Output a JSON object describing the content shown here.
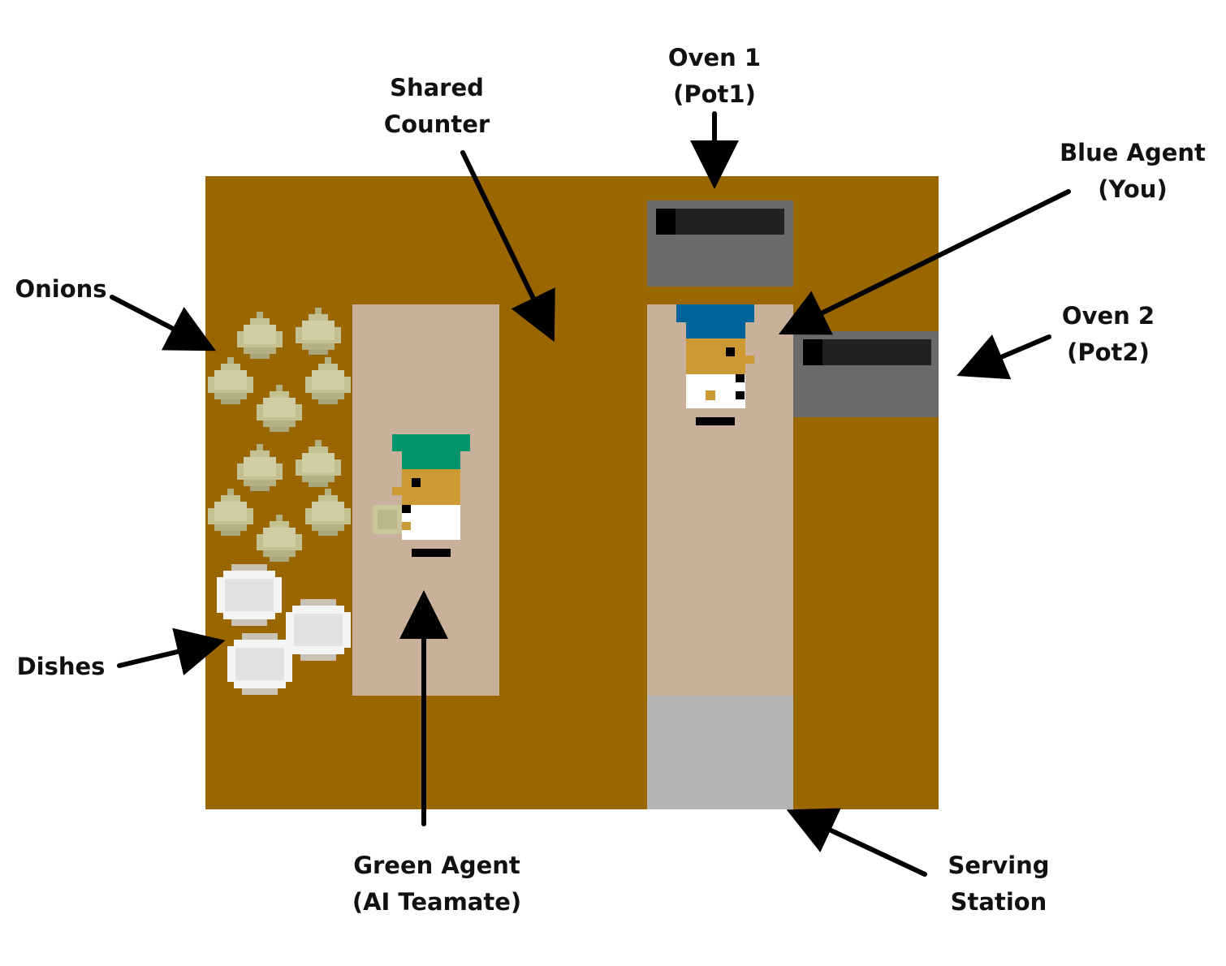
{
  "labels": {
    "onions": "Onions",
    "dishes": "Dishes",
    "shared_counter": [
      "Shared",
      "Counter"
    ],
    "oven1": [
      "Oven 1",
      "(Pot1)"
    ],
    "oven2": [
      "Oven 2",
      "(Pot2)"
    ],
    "blue_agent": [
      "Blue Agent",
      "(You)"
    ],
    "green_agent": [
      "Green Agent",
      "(AI Teamate)"
    ],
    "serving_station": [
      "Serving",
      "Station"
    ]
  },
  "colors": {
    "counter": "#996600",
    "floor": "#c8b09a",
    "oven_body": "#6a6a6a",
    "oven_slot": "#222222",
    "serving": "#b5b5b5",
    "onion": "#c9c79a",
    "dish": "#e6e6e6",
    "blue_hat": "#00639a",
    "green_hat": "#00956a",
    "skin": "#cc9933",
    "arrow": "#000000"
  }
}
